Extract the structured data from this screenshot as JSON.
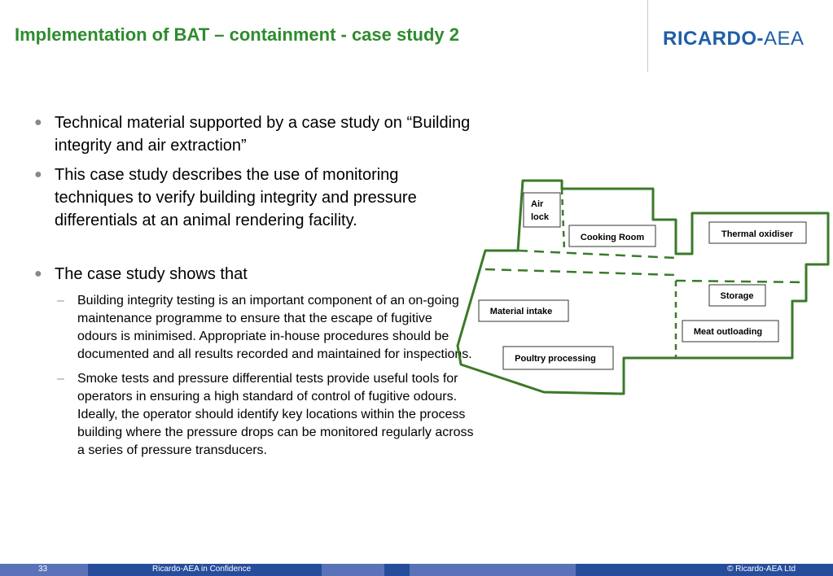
{
  "header": {
    "title": "Implementation of BAT – containment - case study 2",
    "logo_left": "RICARDO",
    "logo_dash": "-",
    "logo_right": "AEA"
  },
  "bullets": [
    "Technical material supported by a case study on “Building integrity and air extraction”",
    "This case study describes the use of monitoring techniques to verify building integrity and pressure differentials at an animal rendering facility.",
    "The case study shows that"
  ],
  "bullet_marker": "●",
  "sub_marker": "–",
  "sub_bullets": [
    "Building integrity testing is an important component of an on-going maintenance programme to ensure that the escape of fugitive odours is minimised. Appropriate in-house procedures should be documented and all results recorded and maintained for inspections.",
    "Smoke tests and pressure differential tests provide useful tools for operators in ensuring a high standard of control of fugitive odours. Ideally, the operator should identify key locations within the process building where the pressure drops can be monitored regularly across a series of pressure transducers."
  ],
  "diagram": {
    "outline_color": "#3a7a2a",
    "labels": {
      "air_lock_1": "Air",
      "air_lock_2": "lock",
      "cooking_room": "Cooking Room",
      "thermal_oxidiser": "Thermal oxidiser",
      "storage": "Storage",
      "material_intake": "Material intake",
      "meat_outloading": "Meat outloading",
      "poultry_processing": "Poultry processing"
    }
  },
  "footer": {
    "page_number": "33",
    "confidentiality": "Ricardo-AEA in Confidence",
    "copyright": "© Ricardo-AEA Ltd"
  }
}
